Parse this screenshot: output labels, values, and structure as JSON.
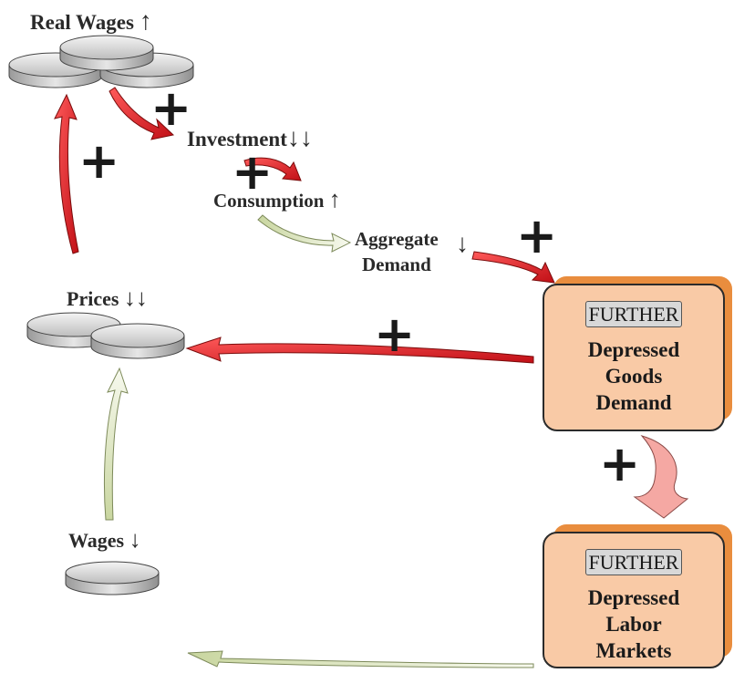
{
  "nodes": {
    "real_wages": {
      "label": "Real Wages",
      "arrow": "↑"
    },
    "investment": {
      "label": "Investment",
      "arrow": "↓↓"
    },
    "consumption": {
      "label": "Consumption",
      "arrow": "↑"
    },
    "aggregate_demand": {
      "line1": "Aggregate",
      "line2": "Demand",
      "arrow": "↓"
    },
    "prices": {
      "label": "Prices",
      "arrow": "↓↓"
    },
    "wages": {
      "label": "Wages",
      "arrow": "↓"
    },
    "goods_box": {
      "tag": "FURTHER",
      "lines": [
        "Depressed",
        "Goods",
        "Demand"
      ]
    },
    "labor_box": {
      "tag": "FURTHER",
      "lines": [
        "Depressed",
        "Labor",
        "Markets"
      ]
    }
  },
  "signs": {
    "realwages_investment": "+",
    "prices_realwages": "+",
    "investment_consumption": "+",
    "aggregate_goods": "+",
    "goods_prices": "+",
    "goods_labor": "+"
  },
  "colors": {
    "positive_arrow": "#e41e26",
    "positive_arrow_dark": "#7a0b0b",
    "pale_arrow": "#e3ebc8",
    "pale_arrow_edge": "#7d8a5a",
    "pink_arrow": "#f5a8a3",
    "box_fill": "#f9caa6",
    "box_side": "#e98d3e",
    "coin_fill": "#d4d4d4"
  }
}
